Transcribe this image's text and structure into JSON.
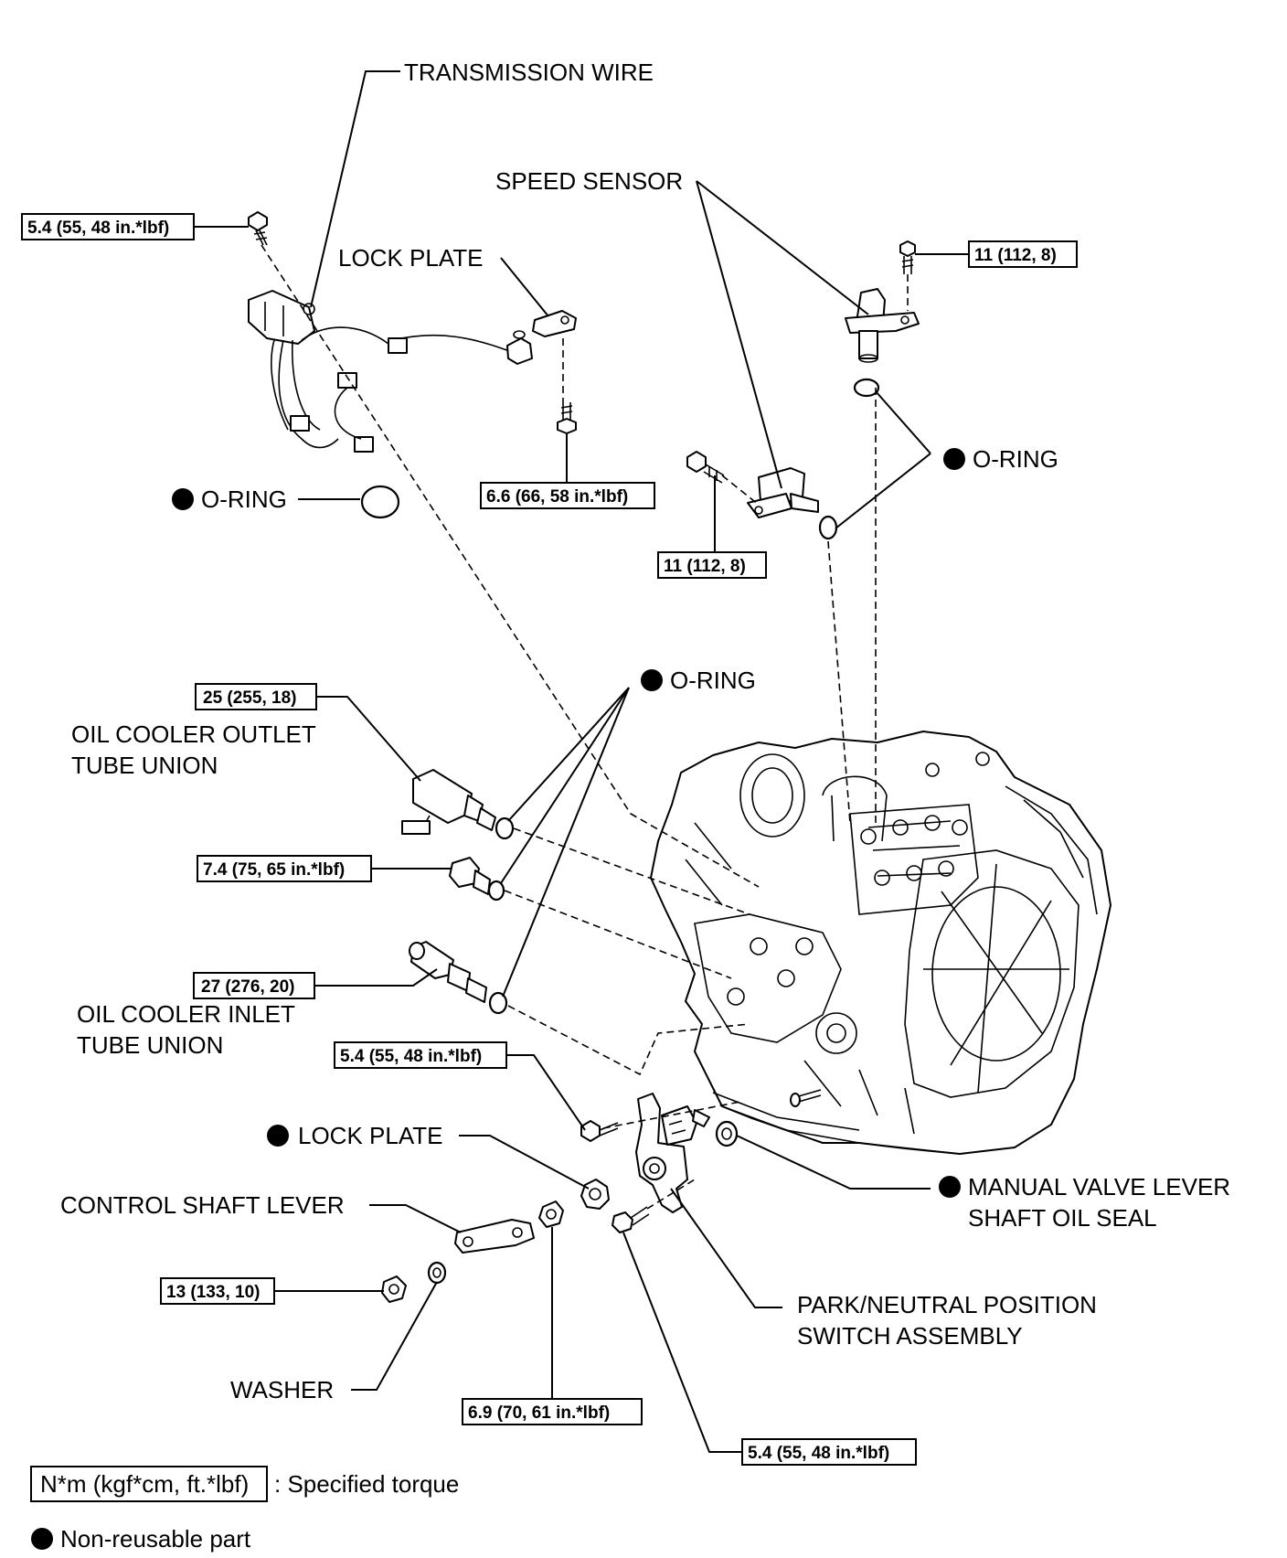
{
  "labels": {
    "transmission_wire": "TRANSMISSION WIRE",
    "speed_sensor": "SPEED SENSOR",
    "lock_plate_top": "LOCK PLATE",
    "o_ring_left": "O-RING",
    "o_ring_right": "O-RING",
    "o_ring_middle": "O-RING",
    "oil_cooler_outlet_line1": "OIL COOLER OUTLET",
    "oil_cooler_outlet_line2": "TUBE UNION",
    "oil_cooler_inlet_line1": "OIL COOLER INLET",
    "oil_cooler_inlet_line2": "TUBE UNION",
    "lock_plate_bottom": "LOCK PLATE",
    "control_shaft_lever": "CONTROL SHAFT LEVER",
    "manual_valve_line1": "MANUAL VALVE LEVER",
    "manual_valve_line2": "SHAFT OIL SEAL",
    "pnp_switch_line1": "PARK/NEUTRAL POSITION",
    "pnp_switch_line2": "SWITCH ASSEMBLY",
    "washer": "WASHER"
  },
  "torques": {
    "wire_bolt": "5.4 (55, 48 in.*lbf)",
    "speed_sensor_top": "11 (112, 8)",
    "lock_plate_bolt": "6.6 (66, 58 in.*lbf)",
    "speed_sensor_lower": "11 (112, 8)",
    "outlet_union": "25 (255, 18)",
    "plug": "7.4 (75, 65 in.*lbf)",
    "inlet_union": "27 (276, 20)",
    "pnp_bolt_upper": "5.4 (55, 48 in.*lbf)",
    "nut_lever": "13 (133, 10)",
    "nut_switch": "6.9 (70, 61 in.*lbf)",
    "pnp_bolt_lower": "5.4 (55, 48 in.*lbf)"
  },
  "legend": {
    "torque_format": "N*m (kgf*cm, ft.*lbf)",
    "torque_desc": ": Specified torque",
    "non_reusable": "Non-reusable part"
  }
}
